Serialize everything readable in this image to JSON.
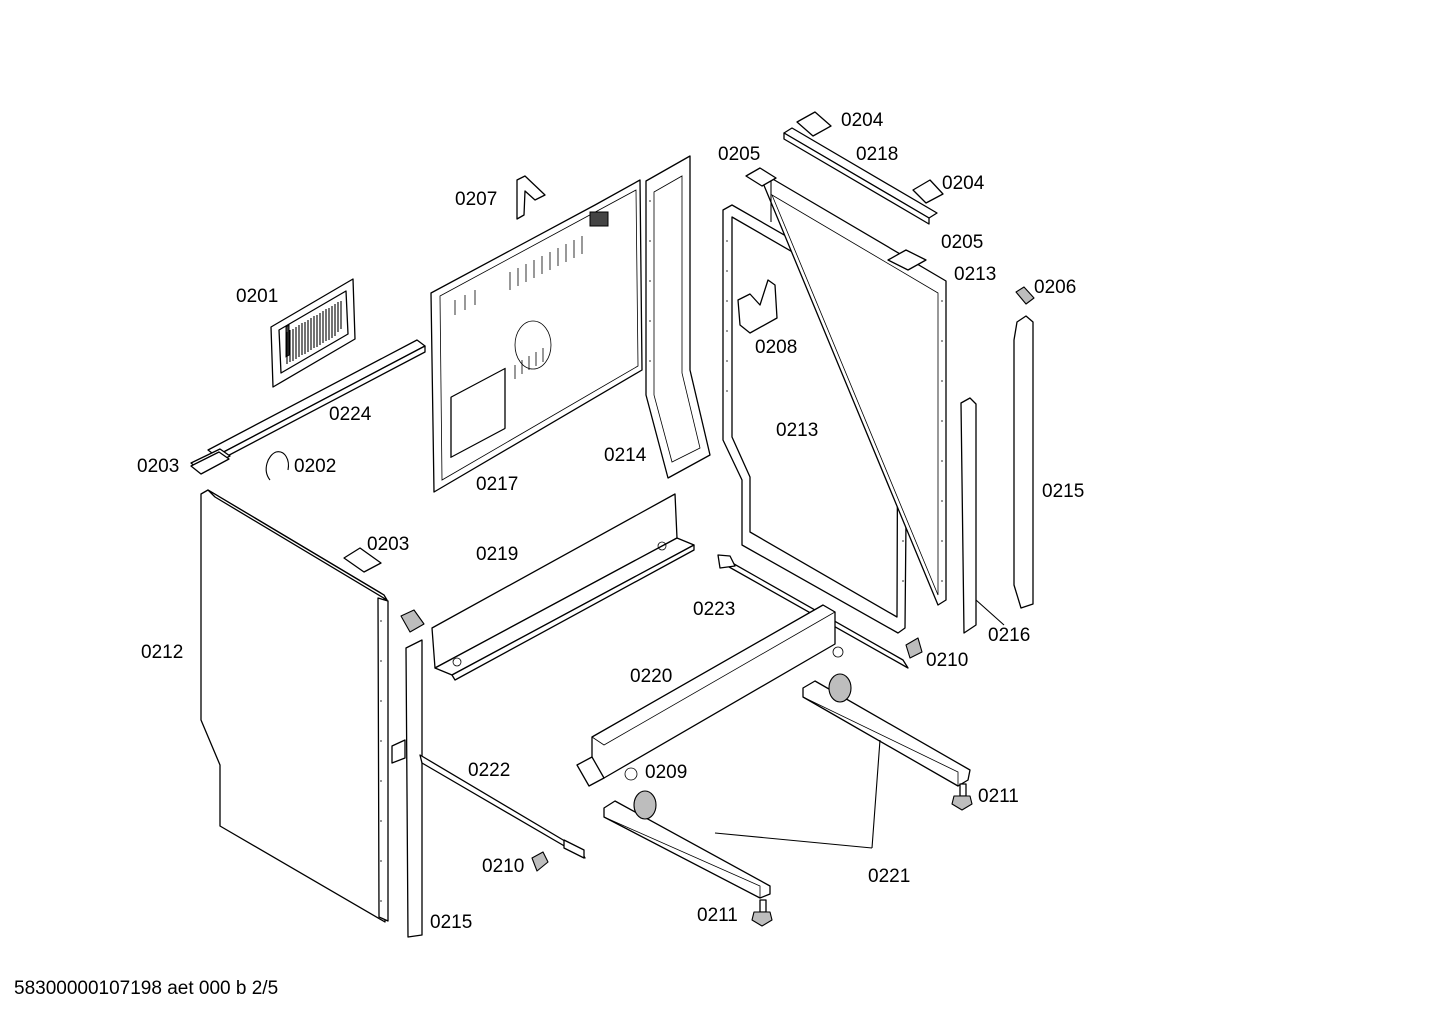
{
  "labels": {
    "p0201": "0201",
    "p0202": "0202",
    "p0203a": "0203",
    "p0203b": "0203",
    "p0204a": "0204",
    "p0204b": "0204",
    "p0205a": "0205",
    "p0205b": "0205",
    "p0206": "0206",
    "p0207": "0207",
    "p0208": "0208",
    "p0209": "0209",
    "p0210a": "0210",
    "p0210b": "0210",
    "p0211a": "0211",
    "p0211b": "0211",
    "p0212": "0212",
    "p0213a": "0213",
    "p0213b": "0213",
    "p0214": "0214",
    "p0215a": "0215",
    "p0215b": "0215",
    "p0216": "0216",
    "p0217": "0217",
    "p0218": "0218",
    "p0219": "0219",
    "p0220": "0220",
    "p0221": "0221",
    "p0222": "0222",
    "p0223": "0223",
    "p0224": "0224"
  },
  "footer": "58300000107198 aet 000 b 2/5"
}
